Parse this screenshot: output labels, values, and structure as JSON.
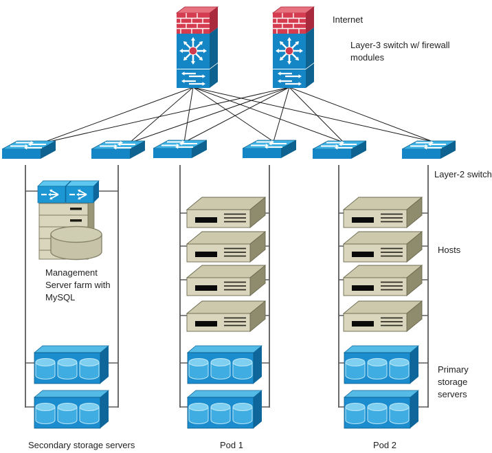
{
  "diagram": {
    "labels": {
      "internet": "Internet",
      "layer3_switch_line1": "Layer-3 switch w/ firewall",
      "layer3_switch_line2": "modules",
      "layer2_switch": "Layer-2 switch",
      "hosts": "Hosts",
      "primary_storage_line1": "Primary",
      "primary_storage_line2": "storage",
      "primary_storage_line3": "servers",
      "management_line1": "Management",
      "management_line2": "Server farm with",
      "management_line3": "MySQL",
      "secondary_storage": "Secondary storage servers",
      "pod1": "Pod 1",
      "pod2": "Pod 2"
    },
    "structure": {
      "layer3_switch_count": 2,
      "layer2_switch_count": 6,
      "management_routers": 2,
      "secondary_storage_servers": 2,
      "pods": [
        {
          "label": "Pod 1",
          "hosts": 4,
          "primary_storage_servers": 2
        },
        {
          "label": "Pod 2",
          "hosts": 4,
          "primary_storage_servers": 2
        }
      ]
    },
    "colors": {
      "background": "#ffffff",
      "switch_blue_front": "#1486c6",
      "switch_blue_top": "#3eb1e4",
      "switch_blue_side": "#0d628f",
      "firewall_red_front": "#d63c50",
      "firewall_red_top": "#e8717f",
      "firewall_red_side": "#a92a3c",
      "star_center_red": "#cf3a4e",
      "host_tan_front": "#d9d6bd",
      "host_tan_top": "#ccc9ad",
      "host_tan_side": "#8f8c6e",
      "host_outline": "#6b6950",
      "storage_blue_front": "#1b8ccd",
      "storage_blue_top": "#54bbe7",
      "storage_blue_side": "#0e669b",
      "cylinder_blue": "#3fade1",
      "cylinder_blue_top": "#7fd0f0",
      "cylinder_blue_outline": "#bfe8f8",
      "db_tan": "#c6c3a8",
      "db_tan_top": "#cfcdb2",
      "db_outline": "#86846a",
      "wire_black": "#1a1a1a",
      "connector_gray": "#5a5a5a",
      "glyph_white": "#ffffff",
      "text": "#1f1f1f"
    }
  }
}
